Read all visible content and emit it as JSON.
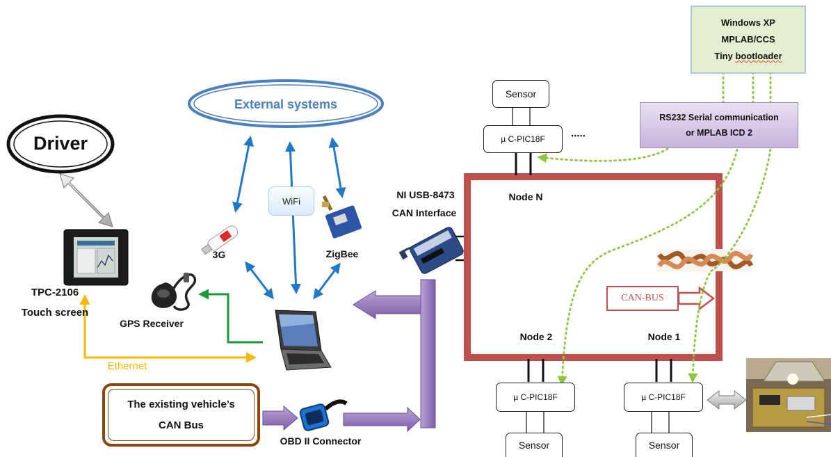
{
  "labels": {
    "driver": "Driver",
    "external_systems": "External systems",
    "wifi": "WiFi",
    "three_g": "3G",
    "zigbee": "ZigBee",
    "tpc_model": "TPC-2106",
    "touch_screen": "Touch screen",
    "gps": "GPS Receiver",
    "ethernet": "Ethernet",
    "ni_usb": "NI USB-8473",
    "can_interface": "CAN Interface",
    "obd": "OBD II Connector",
    "vehicle_line1": "The existing vehicle’s",
    "vehicle_line2": "CAN Bus",
    "node_n": "Node N",
    "node_2": "Node 2",
    "node_1": "Node 1",
    "can_bus": "CAN-BUS",
    "ellipsis": "•••••",
    "pic_top": "µ C-PIC18F",
    "pic_node2": "µ C-PIC18F",
    "pic_node1": "µ C-PIC18F",
    "sensor_top": "Sensor",
    "sensor_node2": "Sensor",
    "sensor_node1": "Sensor",
    "win_line1": "Windows XP",
    "win_line2": "MPLAB/CCS",
    "win_line3_a": "Tiny ",
    "win_line3_b": "bootloader",
    "rs_line1": "RS232 Serial communication",
    "rs_line2": "or MPLAB ICD 2"
  },
  "colors": {
    "external_systems_ring": "#4a7fc1",
    "wireless_arrows": "#1f78c8",
    "gps_link": "#1a9a3a",
    "ethernet": "#f5b800",
    "data_arrows": "#8e6bb8",
    "can_network": "#c0504d",
    "programming_links": "#8dc63f",
    "vehicle_border": "#8b4513"
  },
  "icons": [
    "laptop-icon",
    "touch-panel-icon",
    "gps-receiver-icon",
    "usb-modem-icon",
    "zigbee-module-icon",
    "usb-can-interface-icon",
    "obd-connector-icon",
    "twisted-pair-cable-icon",
    "circuit-board-photo-icon"
  ]
}
